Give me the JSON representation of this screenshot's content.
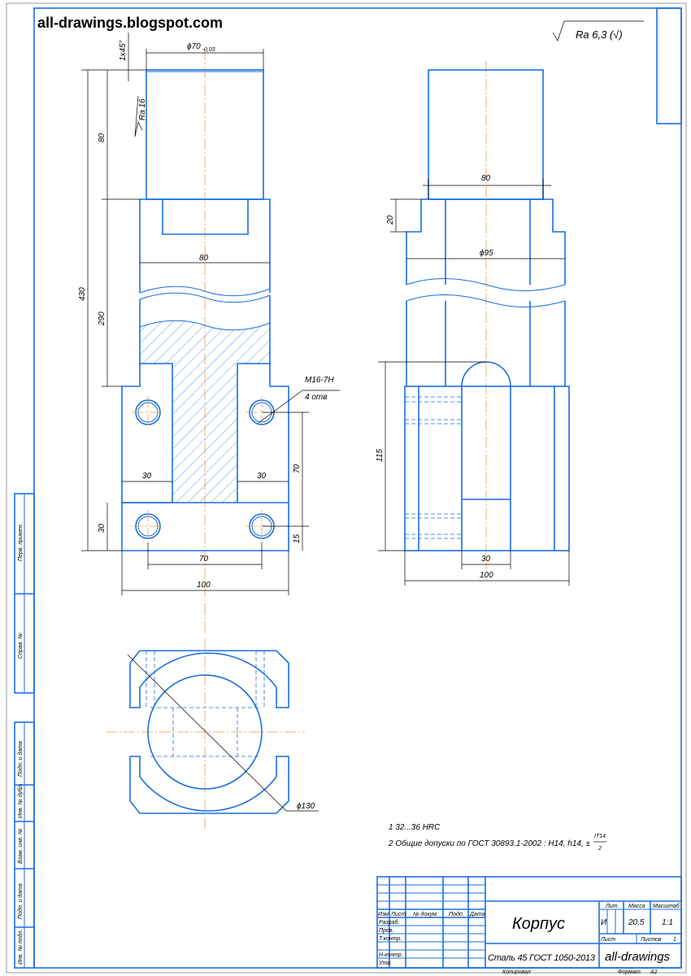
{
  "watermark": "all-drawings.blogspot.com",
  "roughness_general": "Ra 6,3 (√)",
  "front_view": {
    "dia_top": "ϕ70",
    "dia_tol": "-0,03",
    "chamfer": "1x45°",
    "ra_local": "Ra 16",
    "dim_80_height": "80",
    "dim_430": "430",
    "dim_290": "290",
    "dim_80_width": "80",
    "thread": "M16-7H",
    "thread_count": "4 отв",
    "dim_30_left": "30",
    "dim_30_right": "30",
    "dim_70_vert": "70",
    "dim_30_bottom": "30",
    "dim_15": "15",
    "dim_70_horiz": "70",
    "dim_100": "100"
  },
  "side_view": {
    "dim_80": "80",
    "dim_20": "20",
    "dia_95": "ϕ95",
    "dim_115": "115",
    "dim_30": "30",
    "dim_100": "100"
  },
  "top_view": {
    "dia_130": "ϕ130"
  },
  "notes": [
    "1  32...36 HRC",
    "2  Общие допуски по ГОСТ 30893.1-2002 : H14, h14, ±",
    "IT14",
    "2"
  ],
  "title_block": {
    "part_name": "Корпус",
    "material": "Сталь 45 ГОСТ 1050-2013",
    "org": "all-drawings",
    "col_headers": [
      "Изм",
      "Лист",
      "№ докум.",
      "Подп.",
      "Дата"
    ],
    "rows": [
      "Разраб.",
      "Пров.",
      "Т.контр.",
      "",
      "Н.контр.",
      "Утв."
    ],
    "lit_label": "Лит.",
    "mass_label": "Масса",
    "scale_label": "Масштаб",
    "lit_value": "И",
    "mass_value": "20,5",
    "scale_value": "1:1",
    "sheet_label": "Лист",
    "sheets_label": "Листов",
    "sheets_value": "1",
    "copied": "Копировал",
    "format_label": "Формат",
    "format_value": "A2"
  },
  "side_strip": [
    "Перв. примен.",
    "Справ. №",
    "Подп. и дата",
    "Инв. № дубл.",
    "Взам. инв. №",
    "Подп. и дата",
    "Инв. № подл."
  ]
}
